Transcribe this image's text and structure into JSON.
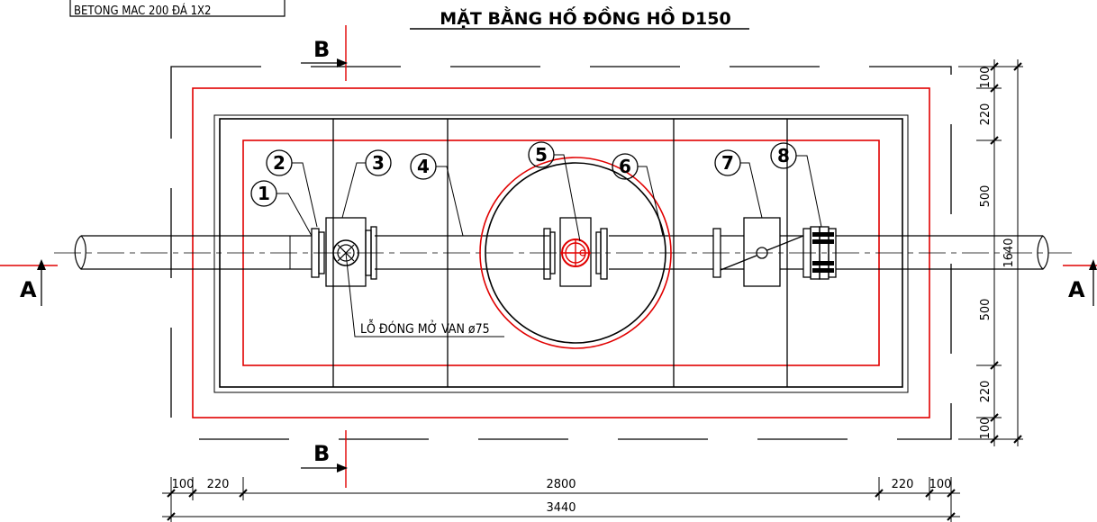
{
  "note_box": {
    "text": "BETONG MAC 200 ĐÁ 1X2"
  },
  "title": "MẶT BẰNG HỐ ĐỒNG HỒ D150",
  "callouts": [
    "1",
    "2",
    "3",
    "4",
    "5",
    "6",
    "7",
    "8"
  ],
  "valve_hole_label": "LỖ ĐÓNG MỞ VAN ø75",
  "section_labels": {
    "a_left": "A",
    "a_right": "A",
    "b_top": "B",
    "b_bottom": "B"
  },
  "dimensions": {
    "bottom_row": [
      "100",
      "220",
      "2800",
      "220",
      "100"
    ],
    "bottom_total": "3440",
    "right_column": [
      "100",
      "220",
      "500",
      "500",
      "220",
      "100"
    ],
    "right_total": "1640"
  }
}
